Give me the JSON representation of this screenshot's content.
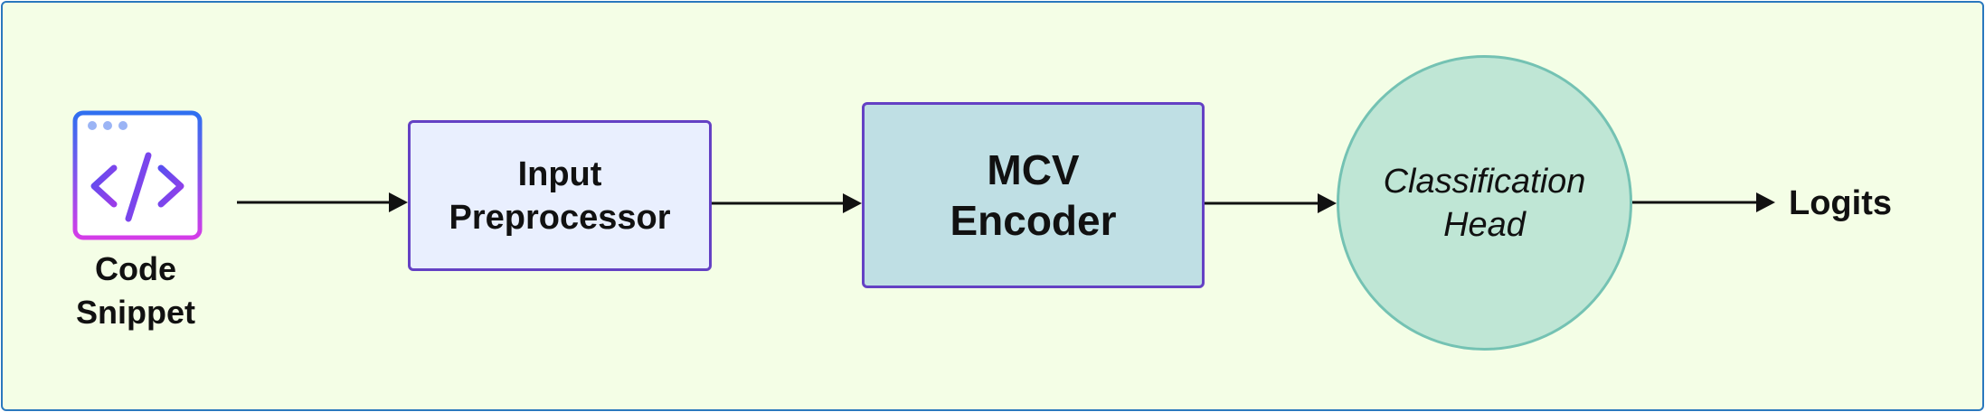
{
  "diagram": {
    "source": {
      "label_line1": "Code",
      "label_line2": "Snippet",
      "icon": "code-window-icon"
    },
    "preprocessor": {
      "line1": "Input",
      "line2": "Preprocessor"
    },
    "encoder": {
      "line1": "MCV",
      "line2": "Encoder"
    },
    "head": {
      "line1": "Classification",
      "line2": "Head"
    },
    "output": {
      "label": "Logits"
    },
    "colors": {
      "frame_border": "#2a78be",
      "background": "#f4fee6",
      "preprocessor_fill": "#e9effe",
      "encoder_fill": "#bfdfe4",
      "box_border": "#6441c4",
      "head_fill": "#bfe6d5",
      "head_border": "#74c2b3",
      "icon_gradient_top": "#2f6ff0",
      "icon_gradient_bottom": "#d43ce8"
    }
  }
}
